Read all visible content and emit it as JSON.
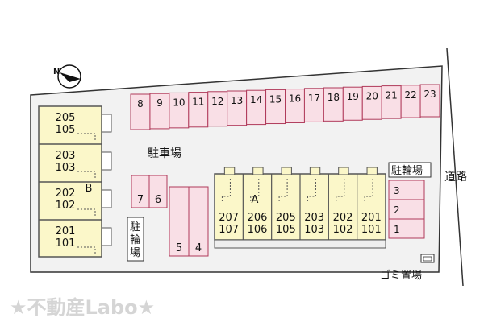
{
  "colors": {
    "lot_fill": "#f2f2f2",
    "parking_fill": "#f9dfe6",
    "parking_stroke": "#b03a5a",
    "building_fill": "#fbf7c9",
    "building_stroke": "#555555",
    "road_line": "#333333",
    "watermark": "#d5d5d5"
  },
  "labels": {
    "parking_lot": "駐車場",
    "bicycle_parking_right": "駐輪場",
    "bicycle_parking_left": [
      "駐",
      "輪",
      "場"
    ],
    "road": "道路",
    "garbage": "ゴミ置場",
    "watermark": "★不動産Labo★",
    "building_a": "A",
    "building_b": "B"
  },
  "compass": {
    "icon": "north-arrow-icon",
    "letter": "N"
  },
  "parking_top": [
    "8",
    "9",
    "10",
    "11",
    "12",
    "13",
    "14",
    "15",
    "16",
    "17",
    "18",
    "19",
    "20",
    "21",
    "22",
    "23"
  ],
  "parking_mid": [
    "7",
    "6"
  ],
  "parking_bottom": [
    "5",
    "4"
  ],
  "bicycle_slots": [
    "3",
    "2",
    "1"
  ],
  "building_b_units": [
    {
      "upper": "205",
      "lower": "105"
    },
    {
      "upper": "203",
      "lower": "103"
    },
    {
      "upper": "202",
      "lower": "102"
    },
    {
      "upper": "201",
      "lower": "101"
    }
  ],
  "building_a_units": [
    {
      "upper": "207",
      "lower": "107"
    },
    {
      "upper": "206",
      "lower": "106"
    },
    {
      "upper": "205",
      "lower": "105"
    },
    {
      "upper": "203",
      "lower": "103"
    },
    {
      "upper": "202",
      "lower": "102"
    },
    {
      "upper": "201",
      "lower": "101"
    }
  ]
}
